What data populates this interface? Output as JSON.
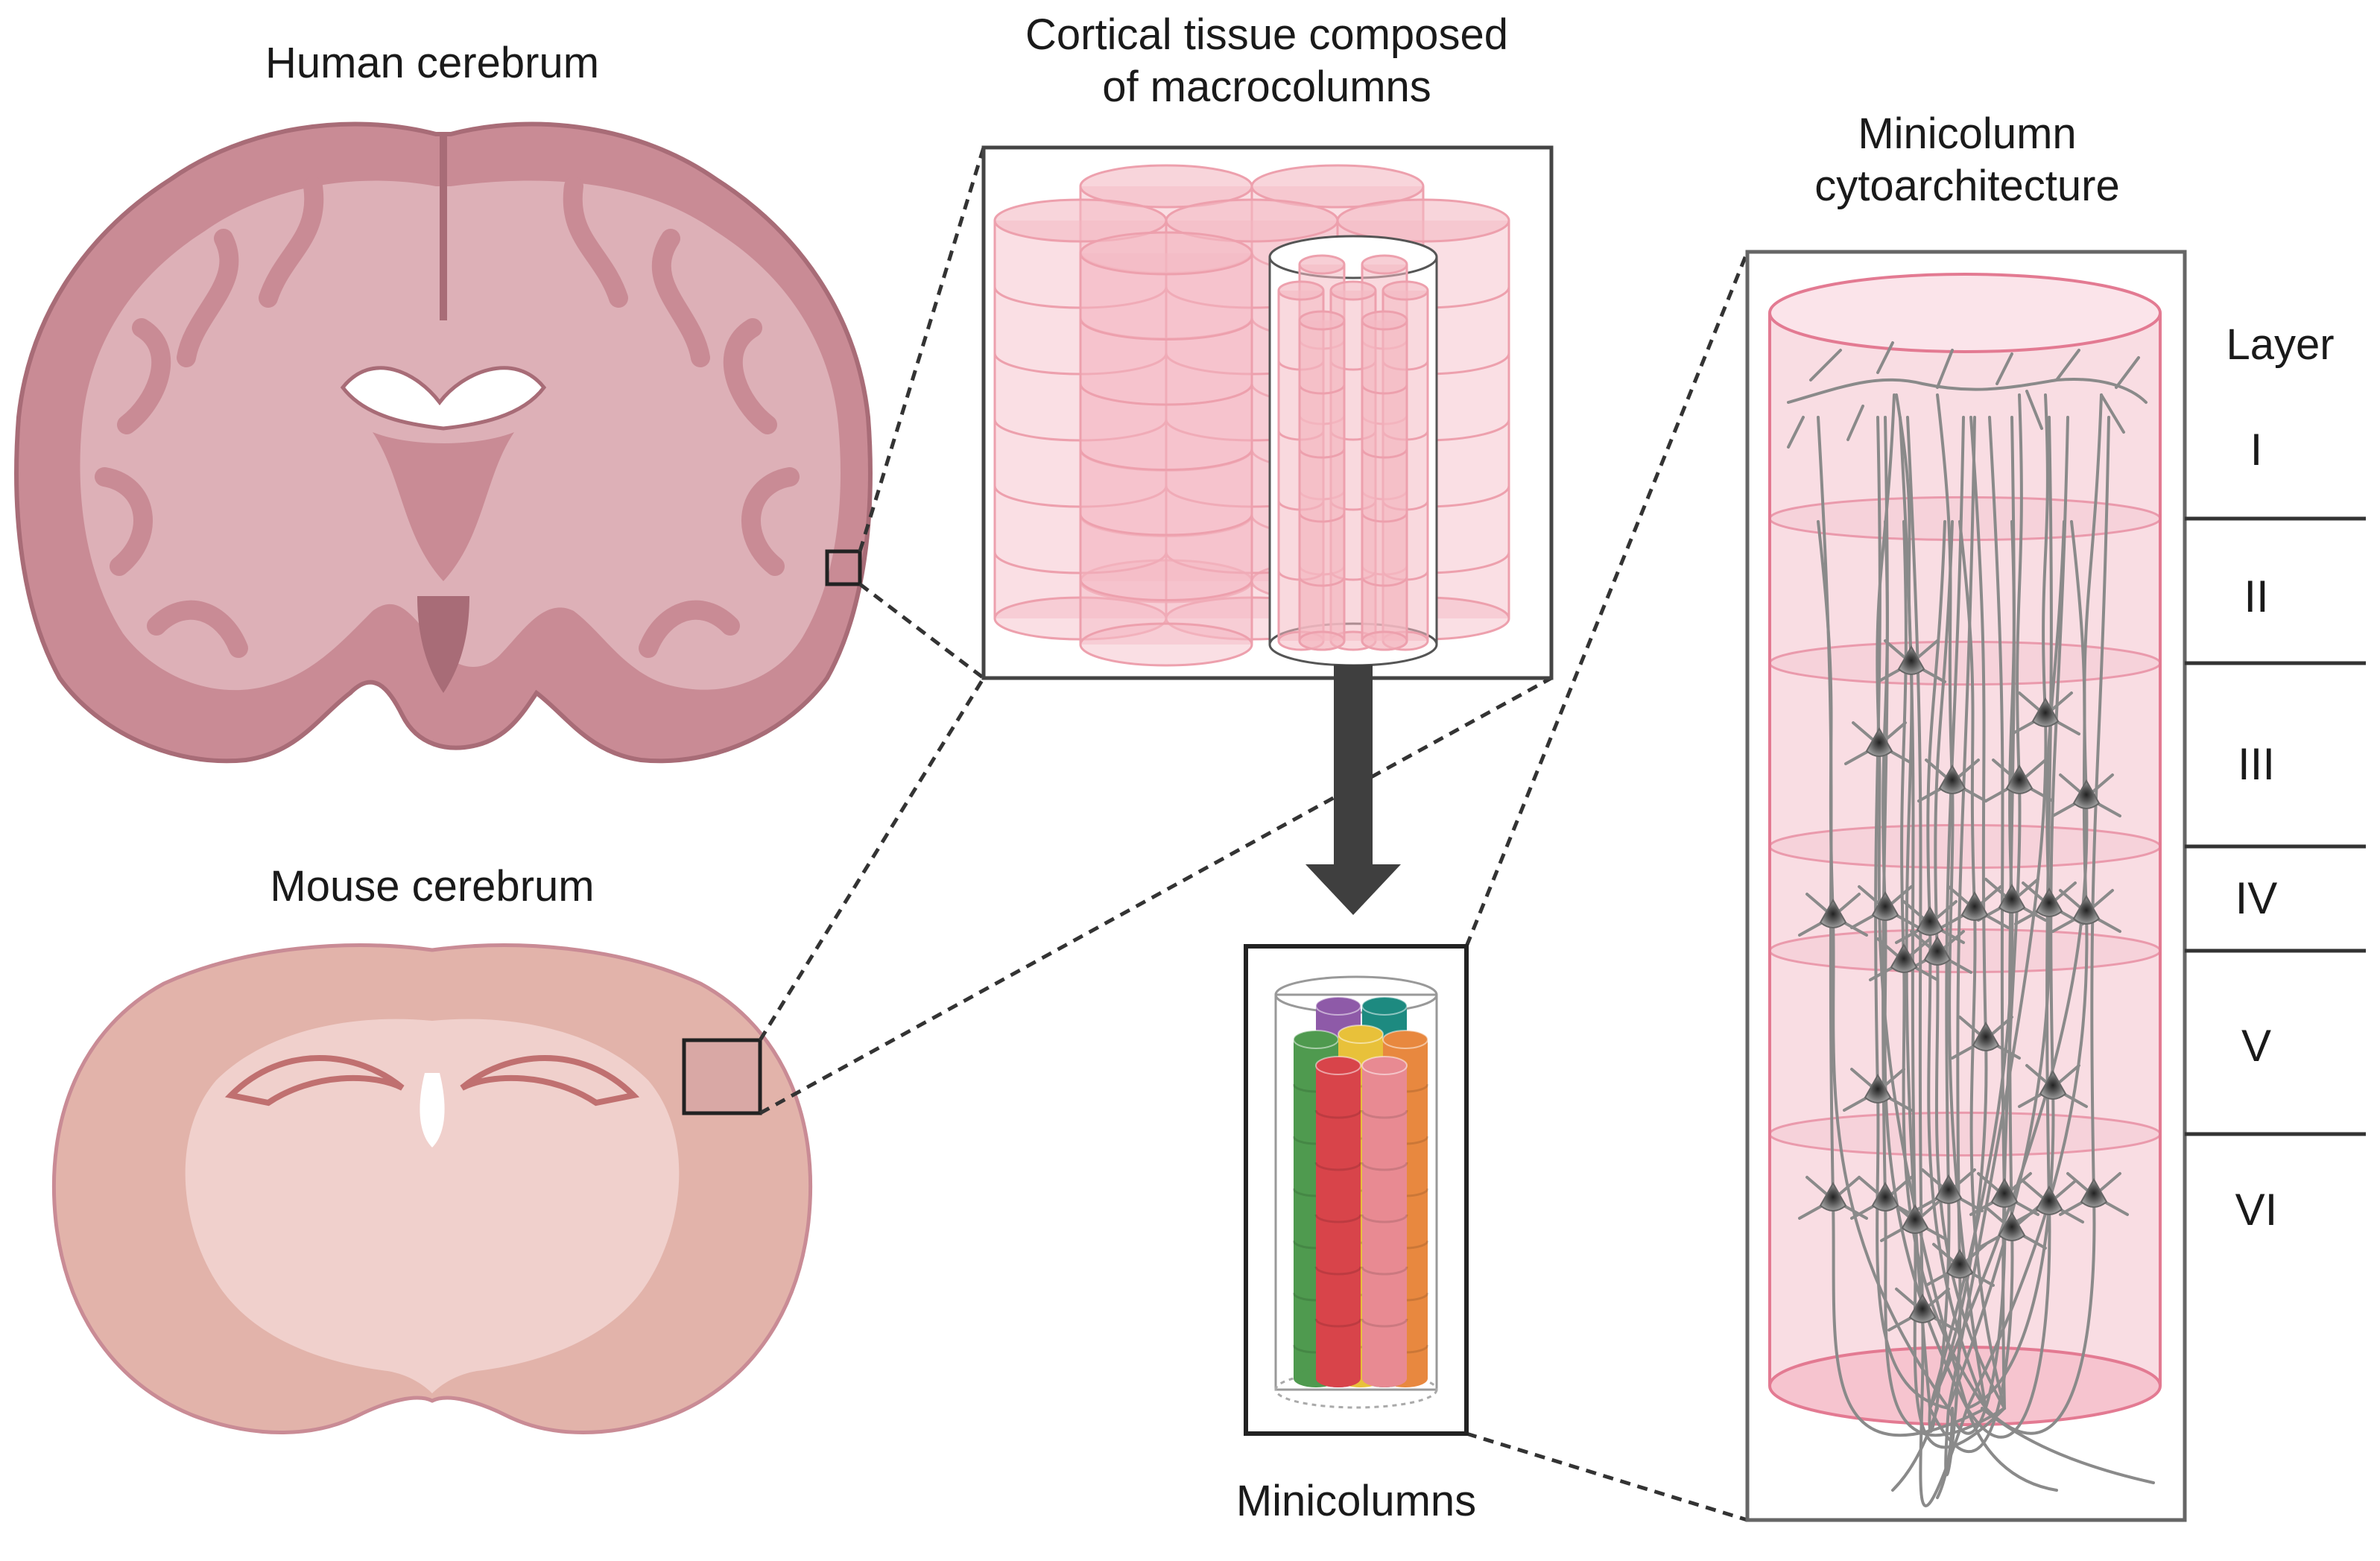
{
  "labels": {
    "human_cerebrum": "Human cerebrum",
    "mouse_cerebrum": "Mouse cerebrum",
    "cortical_tissue_line1": "Cortical tissue composed",
    "cortical_tissue_line2": "of macrocolumns",
    "minicolumn_line1": "Minicolumn",
    "minicolumn_line2": "cytoarchitecture",
    "minicolumns": "Minicolumns",
    "layer_heading": "Layer"
  },
  "layers": [
    "I",
    "II",
    "III",
    "IV",
    "V",
    "VI"
  ],
  "colors": {
    "human_brain": "#c98b95",
    "mouse_brain": "#e2b3aa",
    "column_pink": "#f4b9c3",
    "arrow": "#3f3f3f",
    "neuron": "#8a8a8a",
    "mini_purple": "#8e5aa8",
    "mini_teal": "#1d8a80",
    "mini_yellow": "#e8c13a",
    "mini_green": "#4f9a4f",
    "mini_red": "#d8444a",
    "mini_orange": "#e8883f",
    "mini_pink": "#e88a92"
  }
}
